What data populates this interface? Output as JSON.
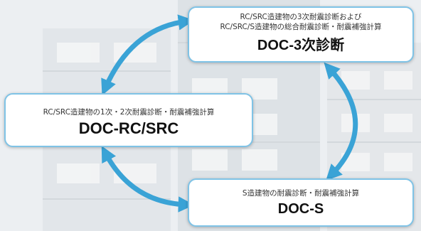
{
  "boxes": {
    "doc_3ji": {
      "line1": "RC/SRC造建物の3次耐震診断および",
      "line2": "RC/SRC/S造建物の総合耐震診断・耐震補強計算",
      "title": "DOC-3次診断"
    },
    "doc_rc": {
      "line1": "RC/SRC造建物の1次・2次耐震診断・耐震補強計算",
      "title": "DOC-RC/SRC"
    },
    "doc_s": {
      "line1": "S造建物の耐震診断・耐震補強計算",
      "title": "DOC-S"
    }
  },
  "colors": {
    "arrow": "#3aa3d6",
    "box_border": "#7fc3e6",
    "background": "#e9ecef"
  }
}
